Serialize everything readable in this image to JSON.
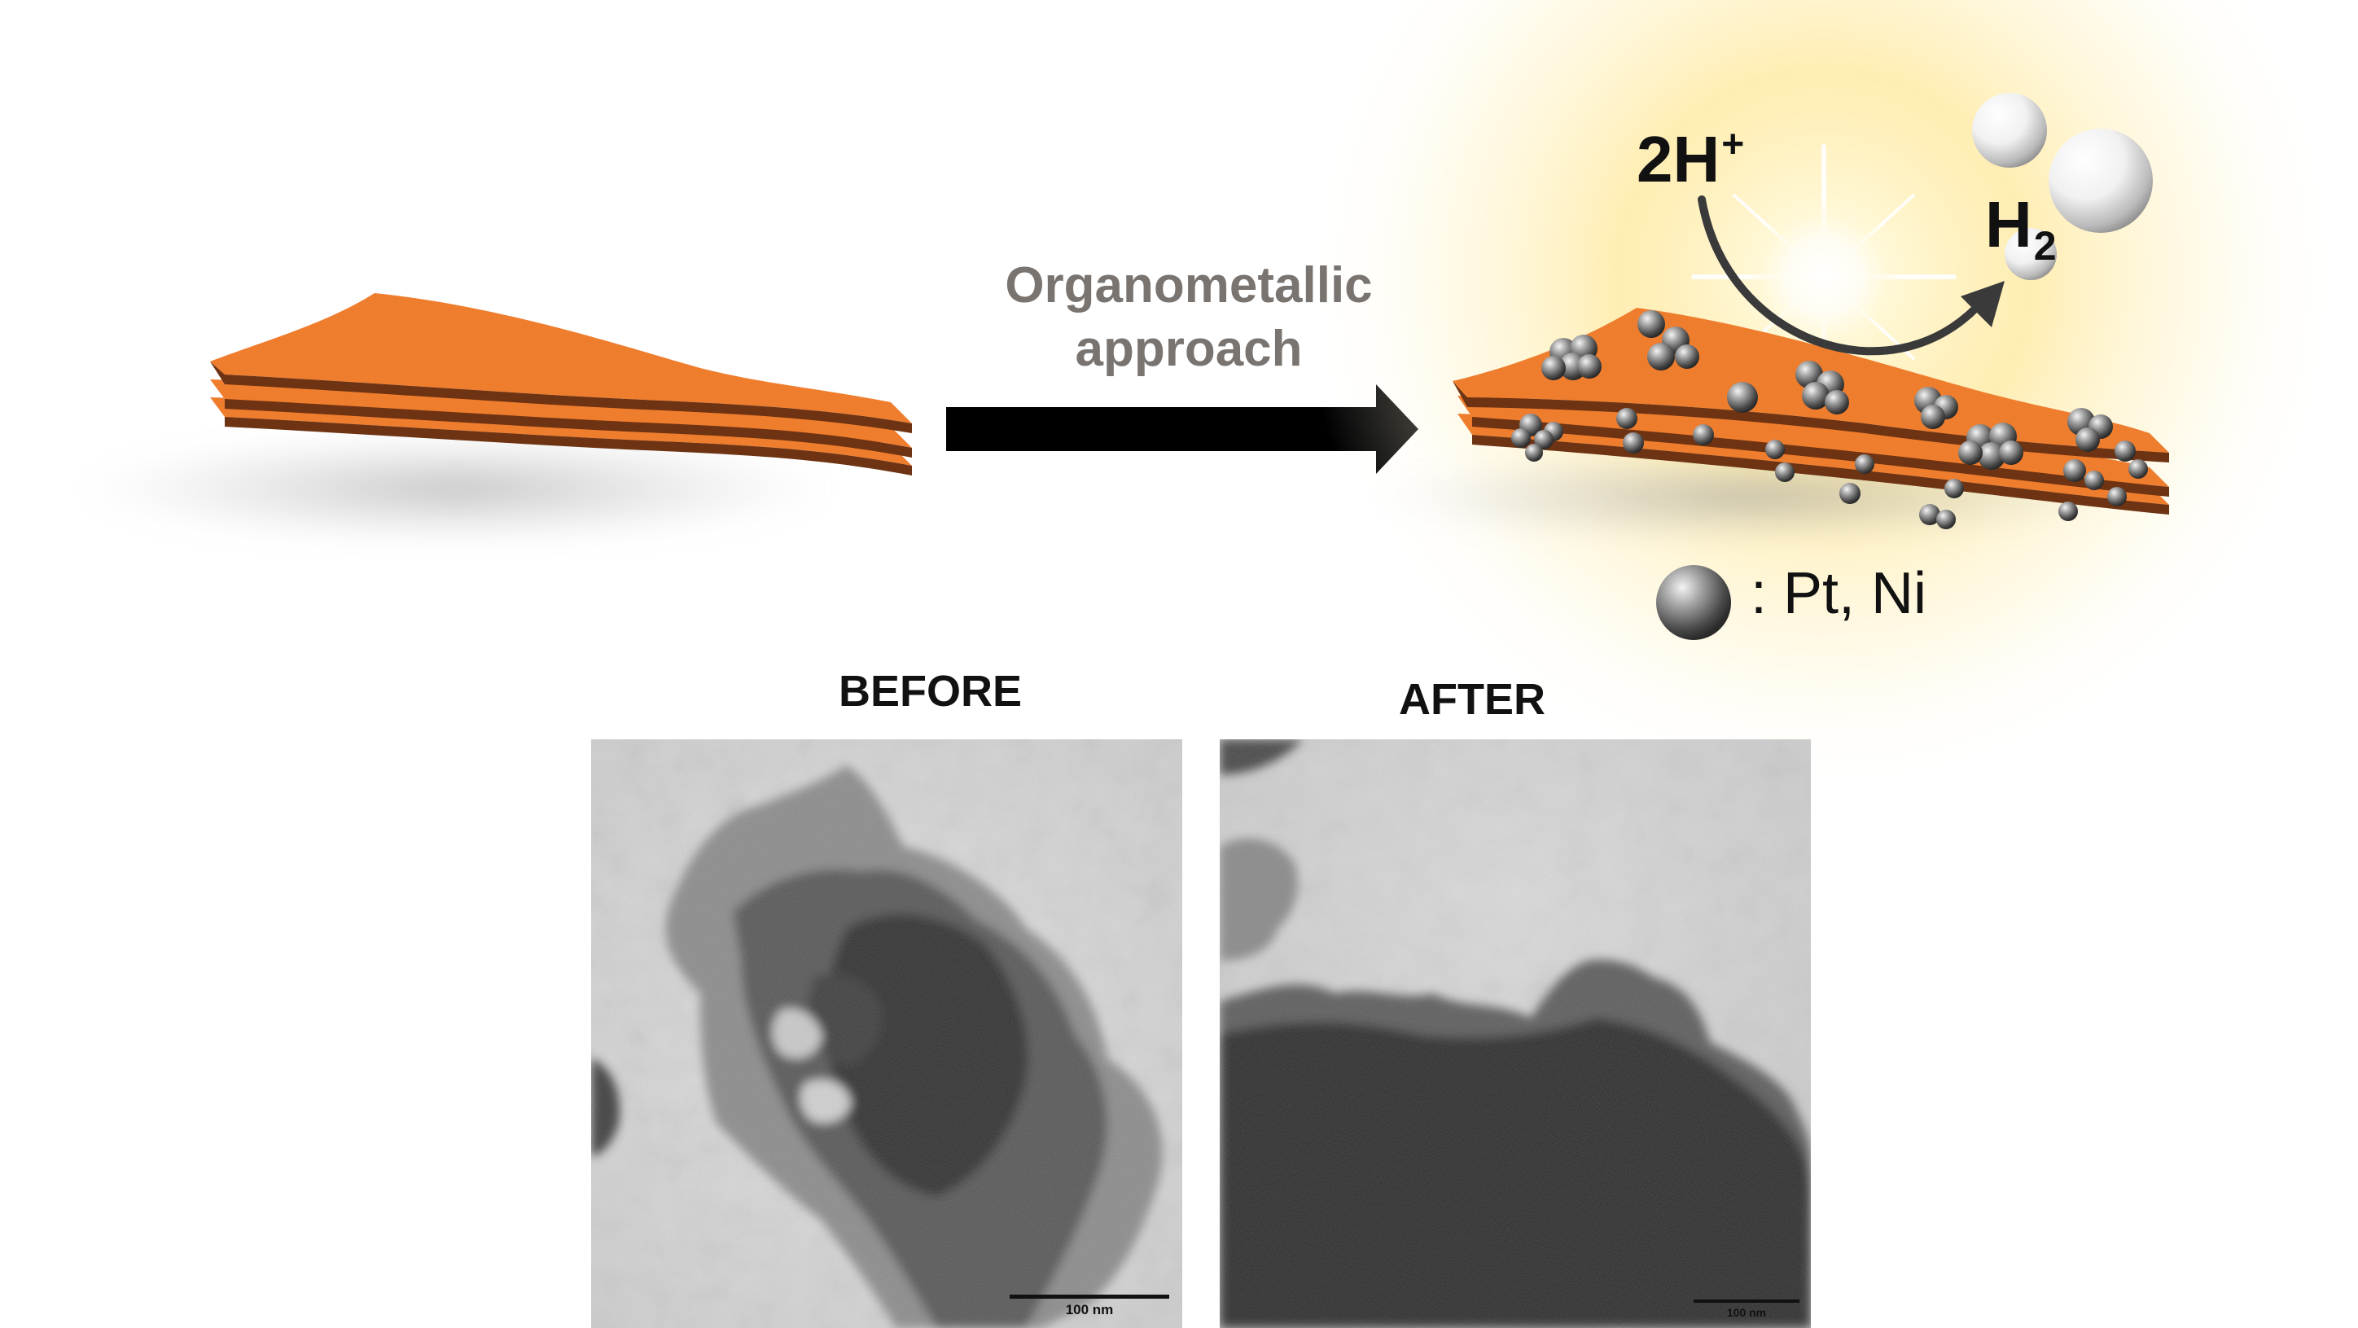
{
  "arrow_label": {
    "line1": "Organometallic",
    "line2": "approach"
  },
  "reaction": {
    "reactant": "2H",
    "reactant_charge": "+",
    "product": "H",
    "product_subscript": "2"
  },
  "legend": {
    "text": ": Pt, Ni"
  },
  "micrographs": {
    "before": {
      "title": "BEFORE",
      "scale_bar": "100 nm"
    },
    "after": {
      "title": "AFTER",
      "scale_bar": "100 nm"
    }
  },
  "colors": {
    "sheet": "#ef7d2e",
    "sheet_edge": "#6e3312",
    "arrow": "#000000",
    "approach_text": "#7a7470",
    "glow": "#ffe27a"
  }
}
